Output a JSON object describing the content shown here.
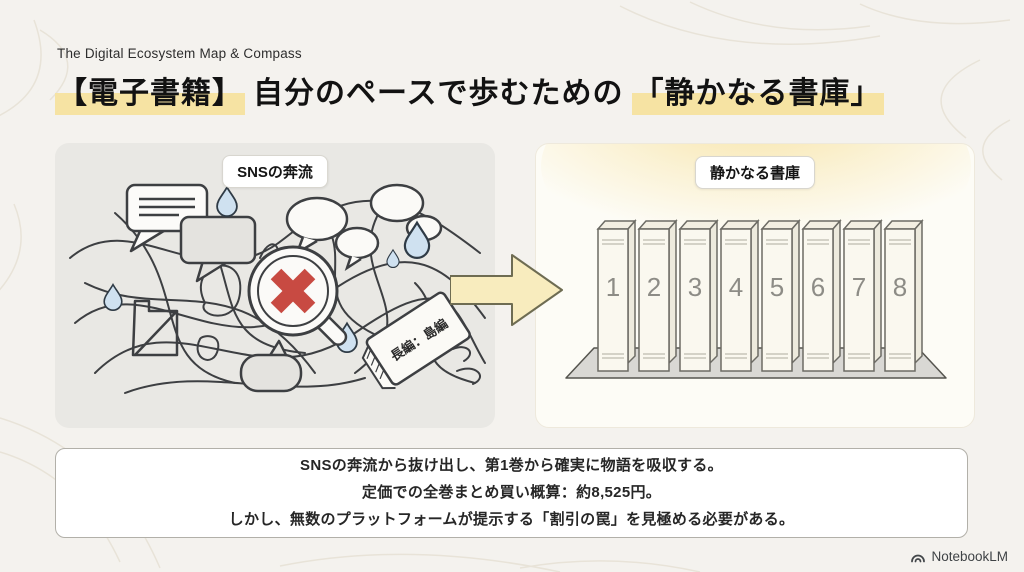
{
  "page": {
    "eyebrow": "The Digital Ecosystem Map & Compass",
    "title": {
      "highlight_head": "【電子書籍】",
      "middle": "自分のペースで歩むための",
      "highlight_tail": "「静かなる書庫」"
    }
  },
  "panels": {
    "left": {
      "badge": "SNSの奔流",
      "book_label": "長編：島編"
    },
    "right": {
      "badge": "静かなる書庫",
      "books": [
        "1",
        "2",
        "3",
        "4",
        "5",
        "6",
        "7",
        "8"
      ]
    }
  },
  "summary": {
    "line1": "SNSの奔流から抜け出し、第1巻から確実に物語を吸収する。",
    "line2": "定価での全巻まとめ買い概算：約8,525円。",
    "line3": "しかし、無数のプラットフォームが提示する「割引の罠」を見極める必要がある。"
  },
  "footer": {
    "brand": "NotebookLM"
  },
  "colors": {
    "page_bg": "#f4f2ee",
    "highlight": "#f6e3a3",
    "panel_left_bg": "#e9e8e4",
    "panel_right_bg": "#fdfcf6",
    "glow": "#f7e2a0",
    "arrow_fill": "#f8ecbe",
    "error_red": "#c84a42",
    "drop_blue": "#cfe1f0",
    "doodle_stroke": "#3d3f42",
    "book_number_gray": "#8d8c86"
  }
}
